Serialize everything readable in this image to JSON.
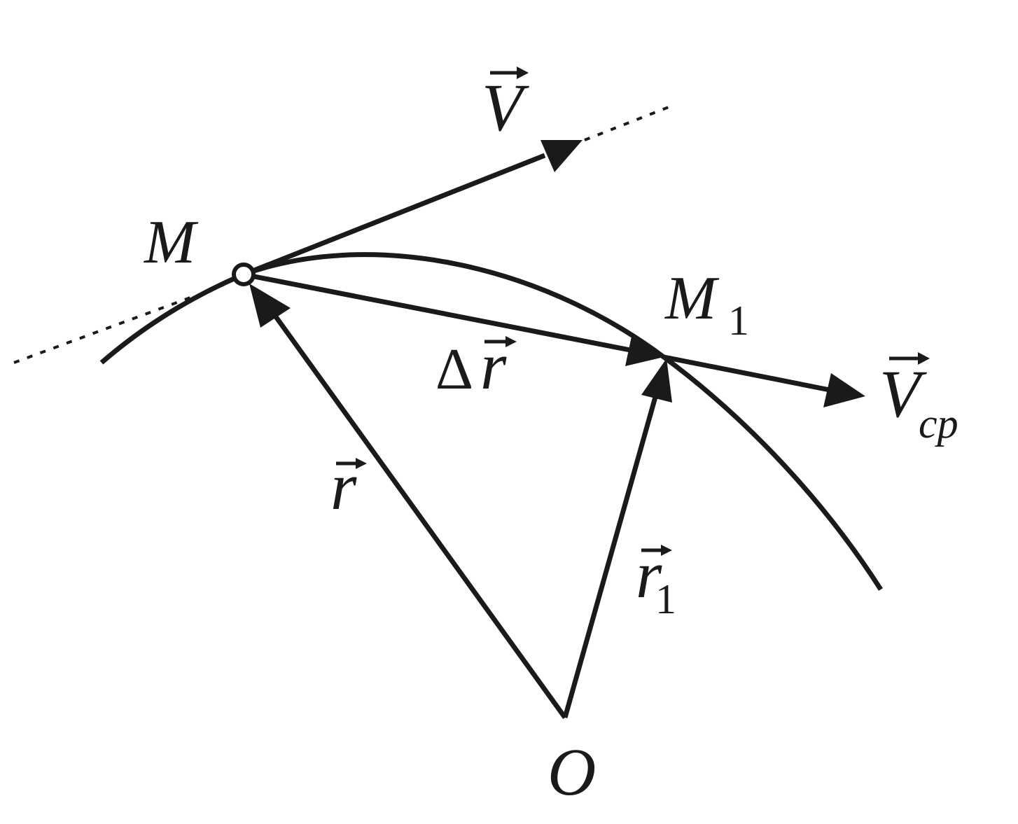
{
  "labels": {
    "M": "M",
    "M1_main": "M",
    "M1_sub": "1",
    "V": "V",
    "Vcp_main": "V",
    "Vcp_sub": "cp",
    "delta": "Δ",
    "dr": "r",
    "r": "r",
    "r1_main": "r",
    "r1_sub": "1",
    "O": "O"
  },
  "colors": {
    "ink": "#1a1a1a",
    "point_fill": "#ffffff"
  }
}
